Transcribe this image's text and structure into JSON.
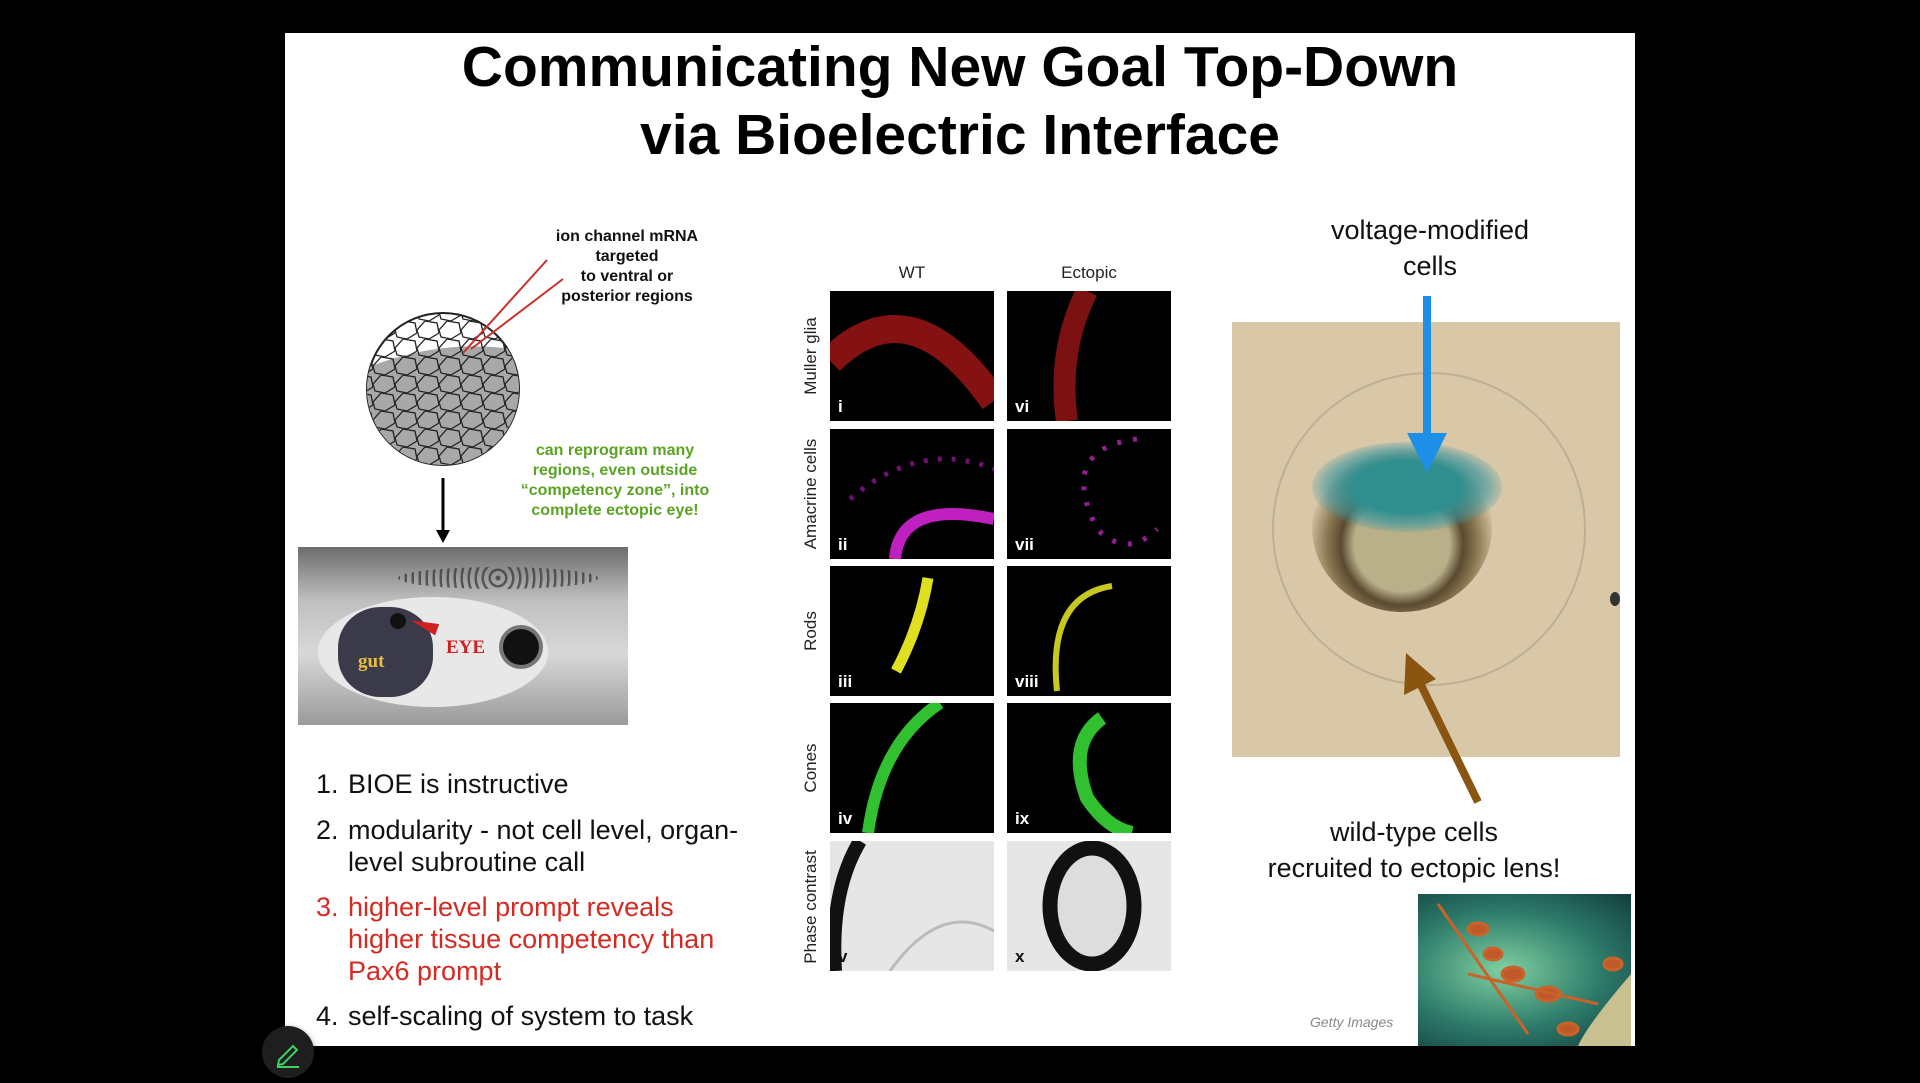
{
  "slide": {
    "title_lines": [
      "Communicating New Goal Top-Down",
      "via Bioelectric Interface"
    ],
    "injection_label": [
      "ion channel mRNA",
      "targeted",
      "to ventral or",
      "posterior regions"
    ],
    "green_note": [
      "can reprogram many",
      "regions, even outside",
      "“competency zone”, into",
      "complete ectopic eye!"
    ],
    "tadpole_labels": {
      "gut": "gut",
      "eye": "EYE"
    },
    "points": [
      {
        "num": "1.",
        "lines": [
          "BIOE is instructive"
        ]
      },
      {
        "num": "2.",
        "lines": [
          "modularity - not cell level, organ-",
          "level subroutine call"
        ]
      },
      {
        "num": "3.",
        "lines": [
          "higher-level prompt reveals",
          "higher tissue competency than",
          "Pax6 prompt"
        ]
      },
      {
        "num": "4.",
        "lines": [
          "self-scaling of system to task"
        ]
      }
    ],
    "figure": {
      "columns": [
        "WT",
        "Ectopic"
      ],
      "rows": [
        "Muller glia",
        "Amacrine cells",
        "Rods",
        "Cones",
        "Phase contrast"
      ],
      "panel_labels_wt": [
        "i",
        "ii",
        "iii",
        "iv",
        "v"
      ],
      "panel_labels_ectopic": [
        "vi",
        "vii",
        "viii",
        "ix",
        "x"
      ]
    },
    "top_caption": [
      "voltage-modified",
      "cells"
    ],
    "bottom_caption": [
      "wild-type cells",
      "recruited to ectopic lens!"
    ],
    "credit": "Getty Images"
  },
  "colors": {
    "red_point": "#d42a22",
    "green_note": "#5aa422",
    "blue_arrow": "#1e8fe8",
    "brown_arrow": "#8a5510"
  },
  "icons": {
    "annotate": "pencil-icon"
  }
}
